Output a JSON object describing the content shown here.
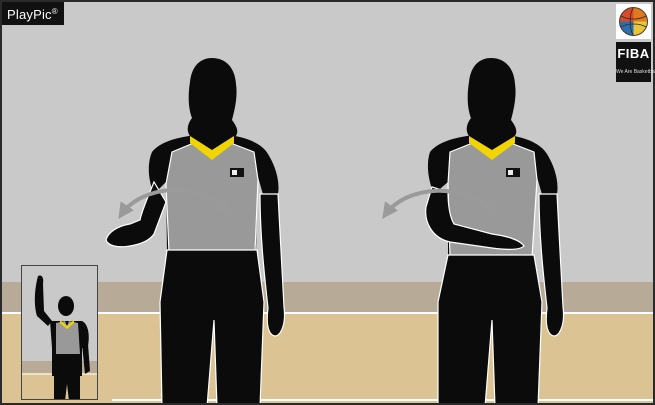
{
  "watermark": {
    "brand": "PlayPic",
    "registered": "®"
  },
  "logo": {
    "wordmark": "FIBA",
    "tagline": "We Are Basketball",
    "icon": "basketball-globe-icon"
  },
  "colors": {
    "wall": "#c9c9c9",
    "baseboard": "#b7aa96",
    "floor": "#dcc393",
    "court_line": "#ffffff",
    "jersey": "#999999",
    "silhouette": "#0b0b0b",
    "collar": "#f2d400",
    "arrow": "#9a9a9a"
  }
}
